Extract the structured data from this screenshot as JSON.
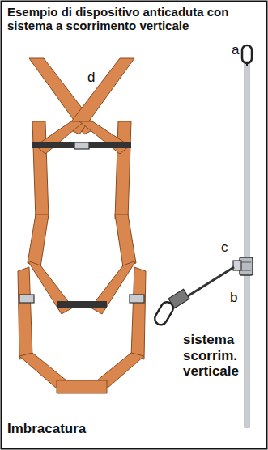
{
  "diagram": {
    "title": "Esempio di dispositivo anticaduta con sistema a scorrimento verticale",
    "labels": [
      "a",
      "d",
      "c",
      "b",
      "sistema scorrim. verticale",
      "Imbracatura"
    ]
  }
}
